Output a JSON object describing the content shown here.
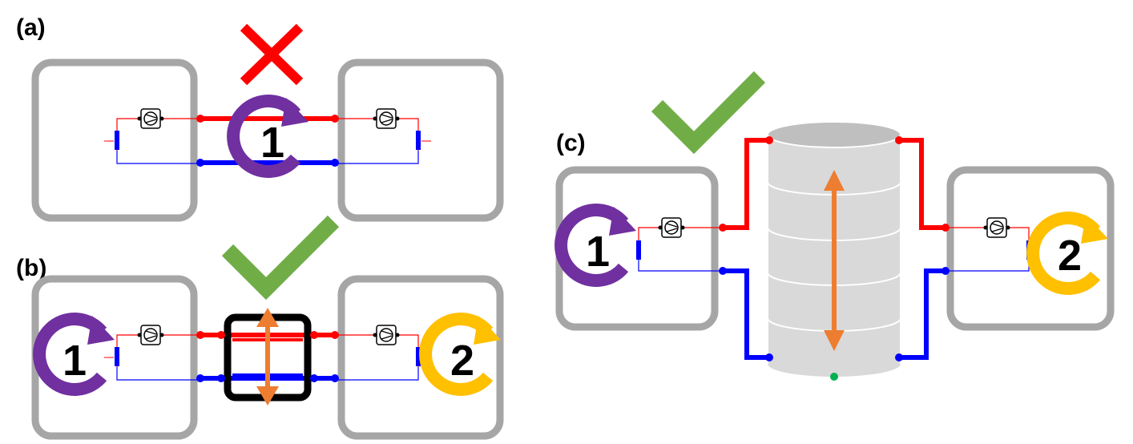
{
  "panels": {
    "a": {
      "label": "(a)",
      "loop_number": "1"
    },
    "b": {
      "label": "(b)",
      "left_loop_number": "1",
      "right_loop_number": "2"
    },
    "c": {
      "label": "(c)",
      "left_loop_number": "1",
      "right_loop_number": "2"
    }
  },
  "colors": {
    "hot": "#ff0000",
    "cold": "#0000ff",
    "box": "#a6a6a6",
    "loop1": "#7030a0",
    "loop2": "#ffc000",
    "cross": "#ff0000",
    "check": "#70ad47",
    "arrow": "#ed7d31",
    "tank": "#d9d9d9",
    "hx": "#000000",
    "node": "#00b050"
  },
  "icons": [
    "cross-icon",
    "check-icon",
    "compressor-icon",
    "loop-arrow-icon",
    "double-arrow-icon"
  ]
}
